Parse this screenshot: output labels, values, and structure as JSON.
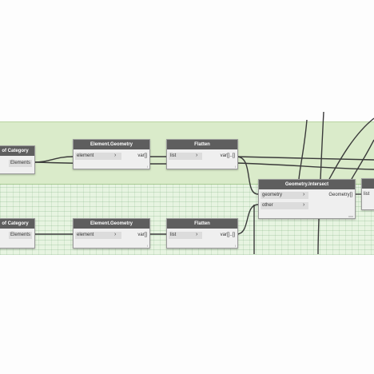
{
  "nodes": {
    "category_top": {
      "title": "of Category",
      "output": "Elements"
    },
    "category_bottom": {
      "title": "of Category",
      "output": "Elements"
    },
    "element_geometry_top": {
      "title": "Element.Geometry",
      "input": "element",
      "output": "var[]",
      "footer": "l"
    },
    "element_geometry_bottom": {
      "title": "Element.Geometry",
      "input": "element",
      "output": "var[]",
      "footer": "l"
    },
    "flatten_top": {
      "title": "Flatten",
      "input": "list",
      "output": "var[]..[]",
      "footer": "l"
    },
    "flatten_bottom": {
      "title": "Flatten",
      "input": "list",
      "output": "var[]..[]",
      "footer": "l"
    },
    "geometry_intersect": {
      "title": "Geometry.Intersect",
      "inputs": [
        "geometry",
        "other"
      ],
      "output": "Geometry[]",
      "footer": "xxx"
    },
    "right_partial": {
      "input": "list"
    }
  },
  "colors": {
    "group_background": "#bedca0",
    "node_header": "#5e5e5e",
    "wire": "#3a3a3a"
  }
}
